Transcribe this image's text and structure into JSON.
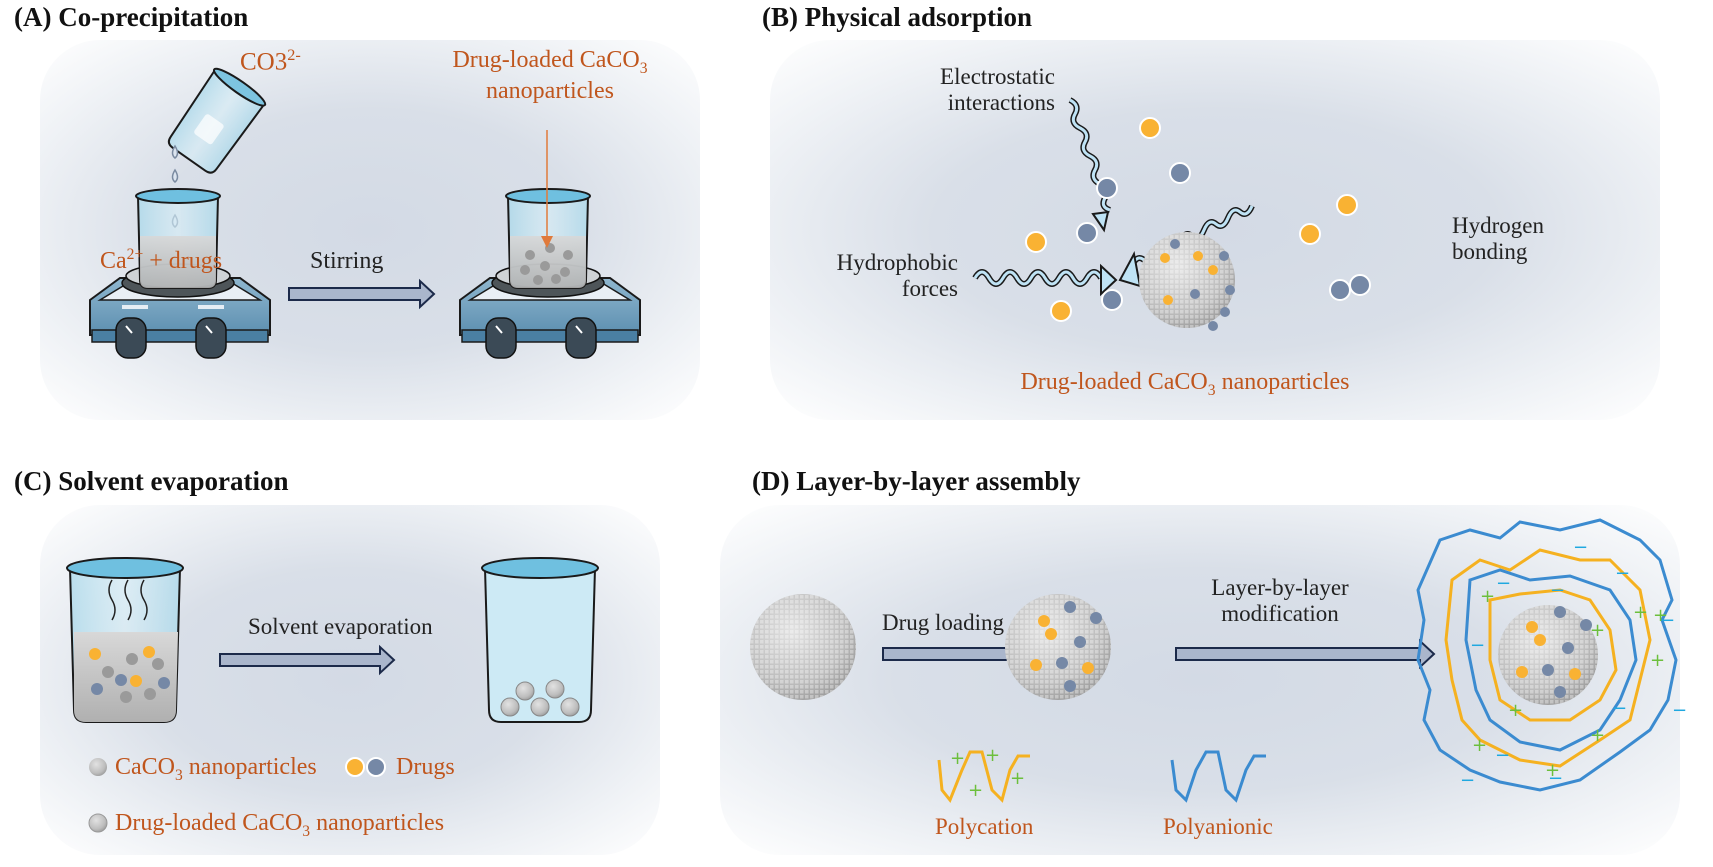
{
  "panels": {
    "a": {
      "title": "(A) Co-precipitation",
      "reagent_label": "CO3",
      "reagent_charge": "2-",
      "solution_label_pre": "Ca",
      "solution_label_sup": "2+",
      "solution_label_post": " + drugs",
      "arrow_label": "Stirring",
      "product_label_line1_pre": "Drug-loaded CaCO",
      "product_label_line1_sub": "3",
      "product_label_line2": "nanoparticles"
    },
    "b": {
      "title": "(B) Physical adsorption",
      "force_top_line1": "Electrostatic",
      "force_top_line2": "interactions",
      "force_left_line1": "Hydrophobic",
      "force_left_line2": "forces",
      "force_right_line1": "Hydrogen",
      "force_right_line2": "bonding",
      "product_label_pre": "Drug-loaded CaCO",
      "product_label_sub": "3",
      "product_label_post": " nanoparticles"
    },
    "c": {
      "title": "(C) Solvent evaporation",
      "arrow_label": "Solvent evaporation",
      "legend": {
        "nanoparticle_pre": "CaCO",
        "nanoparticle_sub": "3",
        "nanoparticle_post": " nanoparticles",
        "drugs": "Drugs",
        "loaded_pre": "Drug-loaded CaCO",
        "loaded_sub": "3",
        "loaded_post": " nanoparticles"
      }
    },
    "d": {
      "title": "(D) Layer-by-layer assembly",
      "arrow1_label": "Drug loading",
      "arrow2_label_line1": "Layer-by-layer",
      "arrow2_label_line2": "modification",
      "polycation_label": "Polycation",
      "polyanion_label": "Polyanionic",
      "plus_sign": "+",
      "minus_sign": "−"
    }
  },
  "colors": {
    "label_orange": "#c0561d",
    "drug_yellow": "#f9b233",
    "drug_blue": "#7588a6",
    "polycation": "#f5b120",
    "polyanion": "#3b8bd0",
    "plus_green": "#6cbf3c",
    "minus_cyan": "#1fa8e0",
    "arrow_fill": "#aab6cc",
    "arrow_stroke": "#1c2a4a"
  }
}
